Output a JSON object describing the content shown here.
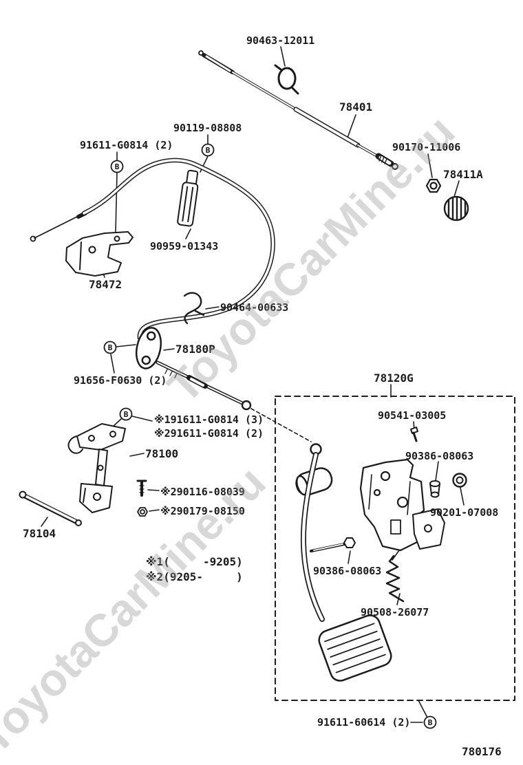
{
  "watermark": {
    "text": "ToyotaCarMine.ru"
  },
  "symbols": {
    "bolt_marker": "B"
  },
  "page": {
    "number": "780176"
  },
  "labels": {
    "clamp": "90463-12011",
    "throttle_cable": "78401",
    "bolt_90119": "90119-08808",
    "bolt_91611_top": "91611-G0814 (2)",
    "nut_90170": "90170-11006",
    "cap_78411": "78411A",
    "damper": "90959-01343",
    "bracket": "78472",
    "clip": "90464-00633",
    "link": "78180P",
    "bolt_91656": "91656-F0630 (2)",
    "note_bolt_1": "※191611-G0814 (3)",
    "note_bolt_2": "※291611-G0814 (2)",
    "pedal_link": "78100",
    "bolt_90116": "※290116-08039",
    "nut_90179": "※290179-08150",
    "rod": "78104",
    "pedal_assy": "78120G",
    "screw_90541": "90541-03005",
    "bolt_90386_upper": "90386-08063",
    "grommet_90201": "90201-07008",
    "bolt_90386_lower": "90386-08063",
    "spring": "90508-26077",
    "bolt_91611_bottom": "91611-60614 (2)",
    "note1": "※1(     -9205)",
    "note2": "※2(9205-     )"
  }
}
